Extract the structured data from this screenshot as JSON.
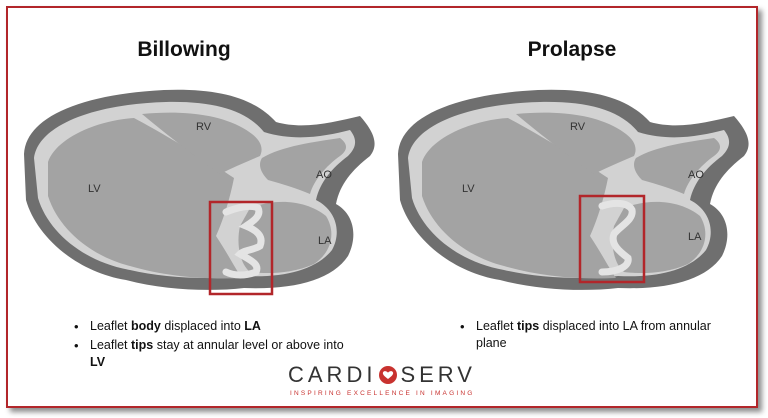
{
  "panels": [
    {
      "title": "Billowing",
      "labels": {
        "rv": "RV",
        "lv": "LV",
        "ao": "AO",
        "la": "LA"
      },
      "bullets": [
        {
          "pre": "Leaflet ",
          "bold": "body",
          "post": " displaced into ",
          "bold2": "LA"
        },
        {
          "pre": "Leaflet ",
          "bold": "tips",
          "post": " stay at annular level or above into ",
          "bold2": "LV"
        }
      ]
    },
    {
      "title": "Prolapse",
      "labels": {
        "rv": "RV",
        "lv": "LV",
        "ao": "AO",
        "la": "LA"
      },
      "bullets": [
        {
          "pre": "Leaflet ",
          "bold": "tips",
          "post": " displaced into LA from annular plane",
          "bold2": ""
        }
      ]
    }
  ],
  "logo": {
    "part1": "CARDI",
    "part2": "SERV",
    "tagline": "INSPIRING EXCELLENCE IN IMAGING"
  },
  "colors": {
    "frame": "#b2262a",
    "highlight_box": "#b2262a",
    "heart_outer": "#666666",
    "heart_inner": "#c8c8c8",
    "logo_accent": "#c8322f"
  }
}
